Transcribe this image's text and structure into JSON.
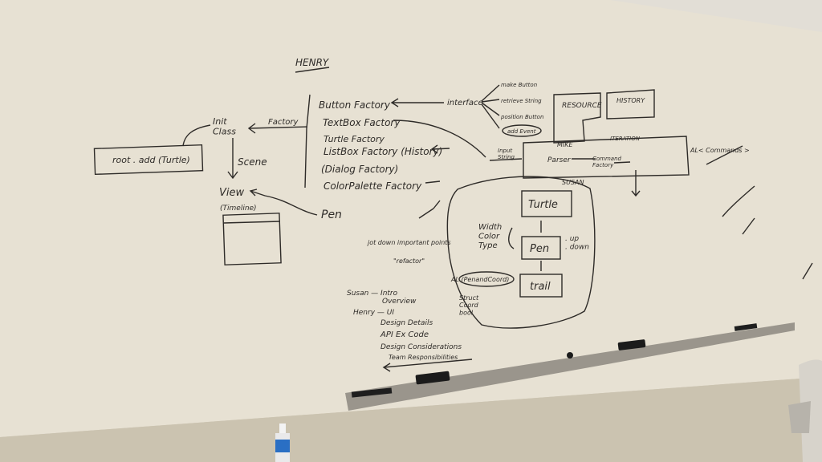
{
  "colors": {
    "wall": "#cfc7b4",
    "board": "#e7e1d3",
    "ceiling": "#e4e0d8",
    "ink": "#2e2b28",
    "tray": "#9a958c",
    "spray_label": "#2a6fc4"
  },
  "whiteboard": {
    "header": "HENRY",
    "left": {
      "root_add": "root . add (Turtle)",
      "init_class": "Init\nClass",
      "factory": "Factory",
      "scene": "Scene",
      "view": "View",
      "timeline": "(Timeline)",
      "pen": "Pen"
    },
    "factories": [
      "Button Factory",
      "TextBox Factory",
      "Turtle Factory",
      "ListBox Factory (History)",
      "(Dialog Factory)",
      "ColorPalette Factory"
    ],
    "interface": {
      "label": "interface",
      "items": [
        "make Button",
        "retrieve String",
        "position Button",
        "add Event"
      ]
    },
    "resource": "RESOURCE",
    "history": "HISTORY",
    "mike": "MIKE",
    "iteration": "ITERATION",
    "input_string": "Input\nString",
    "parser": "Parser",
    "command_factory": "Command\nFactory",
    "al_commands": "AL< Commands >",
    "susan": {
      "label": "SUSAN",
      "turtle": "Turtle",
      "width_color_type": "Width\nColor\nType",
      "pen": "Pen",
      "up_down": ". up\n. down",
      "trail": "trail",
      "al_pen": "AL (PenandCoord)",
      "struct": "Struct\nCoord\nbool"
    },
    "notes": {
      "jot_down": "jot down important points",
      "refactor": "\"refactor\"",
      "susan_intro": "Susan — Intro",
      "overview": "Overview",
      "henry_ui": "Henry — UI",
      "design_details": "Design Details",
      "api_ex_code": "API Ex Code",
      "design_considerations": "Design Considerations",
      "team_responsibilities": "Team Responsibilities"
    }
  }
}
